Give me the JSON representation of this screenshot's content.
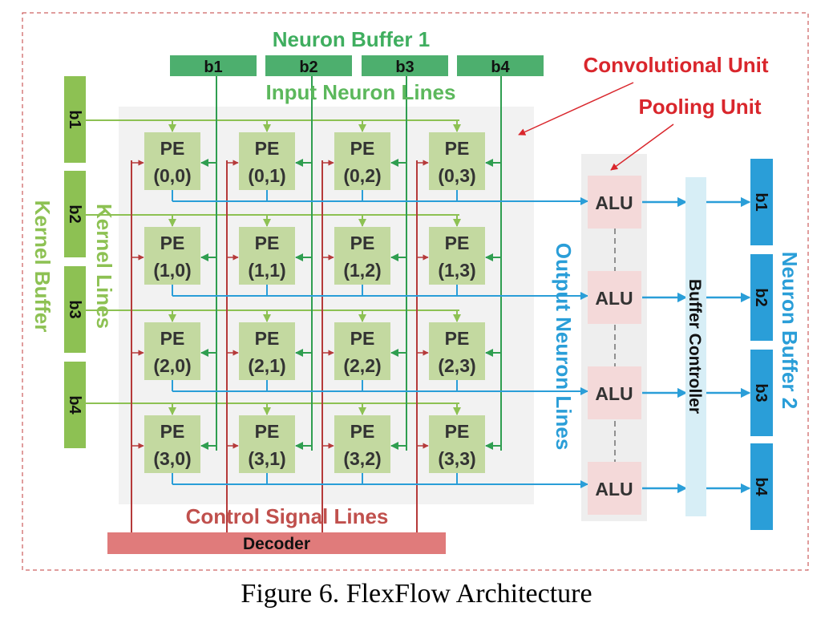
{
  "labels": {
    "neuron_buffer_1": "Neuron Buffer 1",
    "input_neuron_lines": "Input Neuron Lines",
    "convolutional_unit": "Convolutional Unit",
    "pooling_unit": "Pooling Unit",
    "kernel_buffer": "Kernel Buffer",
    "kernel_lines": "Kernel Lines",
    "output_neuron_lines": "Output Neuron Lines",
    "buffer_controller": "Buffer Controller",
    "neuron_buffer_2": "Neuron Buffer 2",
    "control_signal_lines": "Control Signal Lines",
    "decoder": "Decoder"
  },
  "neuron_buffer_1_banks": [
    "b1",
    "b2",
    "b3",
    "b4"
  ],
  "kernel_buffer_banks": [
    "b1",
    "b2",
    "b3",
    "b4"
  ],
  "neuron_buffer_2_banks": [
    "b1",
    "b2",
    "b3",
    "b4"
  ],
  "pe_grid": [
    [
      "(0,0)",
      "(0,1)",
      "(0,2)",
      "(0,3)"
    ],
    [
      "(1,0)",
      "(1,1)",
      "(1,2)",
      "(1,3)"
    ],
    [
      "(2,0)",
      "(2,1)",
      "(2,2)",
      "(2,3)"
    ],
    [
      "(3,0)",
      "(3,1)",
      "(3,2)",
      "(3,3)"
    ]
  ],
  "pe_label": "PE",
  "alu_labels": [
    "ALU",
    "ALU",
    "ALU",
    "ALU"
  ],
  "caption": "Figure 6. FlexFlow Architecture",
  "colors": {
    "green_dark": "#4daf6e",
    "green_light": "#8dc153",
    "pe_fill": "#c3d9a0",
    "blue": "#2a9ed8",
    "red_line": "#b53a3a",
    "red_text": "#d9262c",
    "decoder_fill": "#e07b7b",
    "alu_fill": "#f4d9d9",
    "panel": "#f2f2f2"
  }
}
